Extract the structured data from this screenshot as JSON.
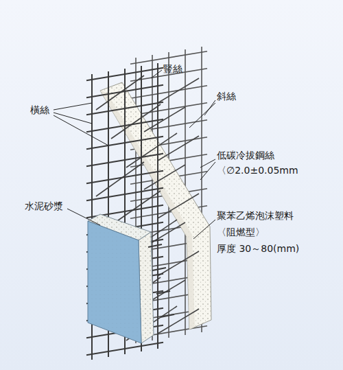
{
  "diagram": {
    "labels": [
      "豎絲",
      "斜絲",
      "橫絲",
      "低碳冷拔鋼絲",
      "〈∅2.0±0.05mm",
      "水泥砂漿",
      "聚苯乙烯泡沫塑料",
      "〈阻燃型〉",
      "厚度 30～80(mm)"
    ]
  }
}
